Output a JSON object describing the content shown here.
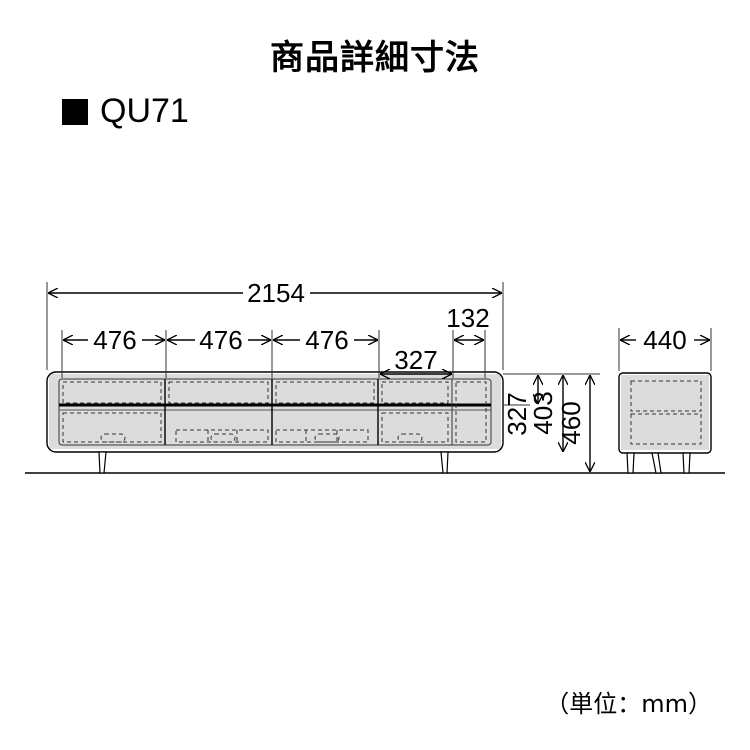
{
  "title": "商品詳細寸法",
  "model": "QU71",
  "unit_note": "（単位：mm）",
  "dimensions": {
    "total_width": "2154",
    "section_width_1": "476",
    "section_width_2": "476",
    "section_width_3": "476",
    "inner_width": "327",
    "side_offset": "132",
    "opening_height": "327",
    "body_height": "403",
    "total_height": "460",
    "depth": "440"
  }
}
